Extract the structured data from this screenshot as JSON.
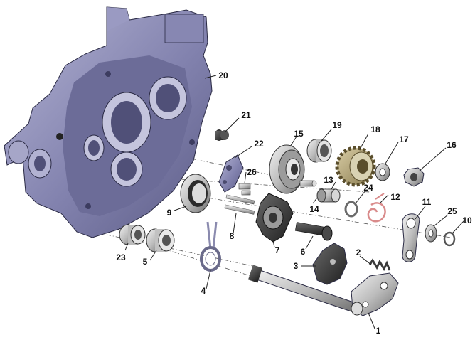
{
  "diagram": {
    "callouts": [
      {
        "id": "c1",
        "text": "1"
      },
      {
        "id": "c2",
        "text": "2"
      },
      {
        "id": "c3",
        "text": "3"
      },
      {
        "id": "c4",
        "text": "4"
      },
      {
        "id": "c5",
        "text": "5"
      },
      {
        "id": "c6",
        "text": "6"
      },
      {
        "id": "c7",
        "text": "7"
      },
      {
        "id": "c8",
        "text": "8"
      },
      {
        "id": "c9",
        "text": "9"
      },
      {
        "id": "c10",
        "text": "10"
      },
      {
        "id": "c11",
        "text": "11"
      },
      {
        "id": "c12",
        "text": "12"
      },
      {
        "id": "c13",
        "text": "13"
      },
      {
        "id": "c14",
        "text": "14"
      },
      {
        "id": "c15",
        "text": "15"
      },
      {
        "id": "c16",
        "text": "16"
      },
      {
        "id": "c17",
        "text": "17"
      },
      {
        "id": "c18",
        "text": "18"
      },
      {
        "id": "c19",
        "text": "19"
      },
      {
        "id": "c20",
        "text": "20"
      },
      {
        "id": "c21",
        "text": "21"
      },
      {
        "id": "c22",
        "text": "22"
      },
      {
        "id": "c23",
        "text": "23"
      },
      {
        "id": "c24",
        "text": "24"
      },
      {
        "id": "c25",
        "text": "25"
      },
      {
        "id": "c26",
        "text": "26"
      }
    ],
    "colors": {
      "casing": "#7f7fa8",
      "casing_dark": "#5d5d85",
      "casing_light": "#a9a9cc",
      "metal": "#c9c9c9",
      "metal_dark": "#8a8a8a",
      "gear": "#a89a70",
      "spring": "#d98b8b"
    }
  }
}
